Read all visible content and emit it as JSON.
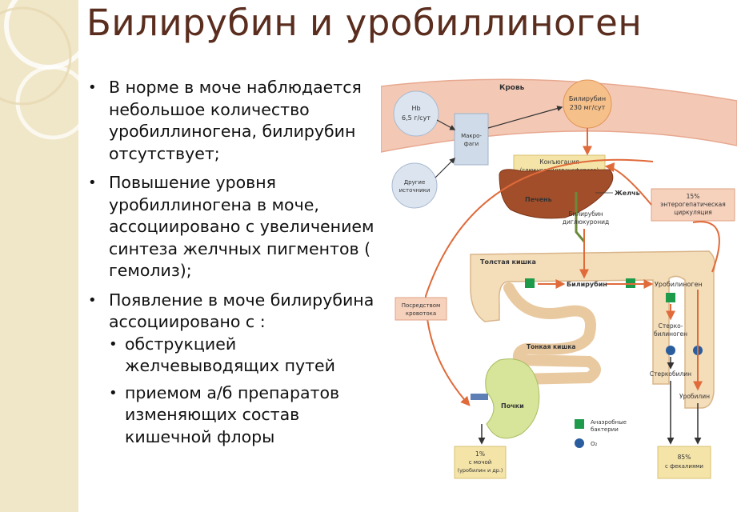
{
  "slide": {
    "title": "Билирубин и уробиллиноген",
    "bullets": [
      {
        "text": "В норме в моче наблюдается небольшое количество уробиллиногена, билирубин отсутствует;"
      },
      {
        "text": "Повышение уровня уробиллиногена в моче, ассоциировано с увеличением  синтеза желчных пигментов ( гемолиз);"
      },
      {
        "text": "Появление в моче билирубина ассоциировано с :",
        "sub": [
          "обструкцией желчевыводящих путей",
          "приемом а/б препаратов изменяющих состав кишечной флоры"
        ]
      }
    ]
  },
  "diagram": {
    "blood": "Кровь",
    "hb": [
      "Hb",
      "6,5 г/сут"
    ],
    "macrophages": [
      "Макро-",
      "фаги"
    ],
    "other_sources": [
      "Другие",
      "источники"
    ],
    "bilirubin_blood": [
      "Билирубин",
      "230 мг/сут"
    ],
    "conjugation": [
      "Конъюгация",
      "(глюкуронилтрансфераза)"
    ],
    "liver": "Печень",
    "bile": "Желчь",
    "bilirubin_diglucuronide": [
      "Билирубин",
      "диглюкуронид"
    ],
    "enterohepatic": [
      "15%",
      "энтерогепатическая",
      "циркуляция"
    ],
    "large_intestine": "Толстая кишка",
    "bilirubin_gut": "Билирубин",
    "urobilinogen": "Уробилиноген",
    "via_blood": [
      "Посредством",
      "кровотока"
    ],
    "stercobilinogen": [
      "Стерко-",
      "билиноген"
    ],
    "small_intestine": "Тонкая кишка",
    "stercobilin": "Стеркобилин",
    "kidneys": "Почки",
    "urobilin": "Уробилин",
    "anaerobic": [
      "Анаэробные",
      "бактерии"
    ],
    "o2": "O₂",
    "urine_1pct": [
      "1%",
      "с мочой",
      "(уробилин и др.)"
    ],
    "feces_85pct": [
      "85%",
      "с фекалиями"
    ]
  },
  "colors": {
    "title": "#5a2d1e",
    "arrow": "#e06a3a",
    "bacteria": "#1d9a4a",
    "oxygen": "#2a5d9e",
    "blood_vessel": "#f3c9b6",
    "liver": "#a34e2a",
    "intestine": "#f4ddb9",
    "kidney": "#d6e59a"
  }
}
